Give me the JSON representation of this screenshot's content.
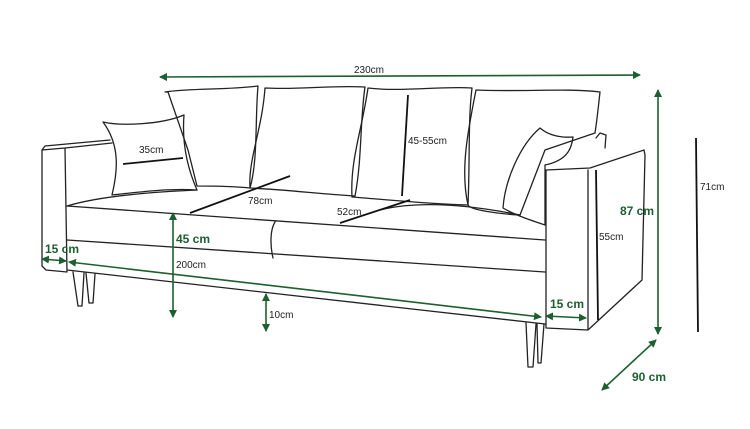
{
  "title": "Sofa dimensions",
  "colors": {
    "dimension": "#1d5f2e",
    "outline": "#222222"
  },
  "dimensions": {
    "total_width": "230cm",
    "total_height": "87 cm",
    "back_height": "71cm",
    "depth": "90 cm",
    "arm_height": "55cm",
    "back_cushion_height": "45-55cm",
    "pillow_width": "35cm",
    "seat_cushion_width": "78cm",
    "seat_depth": "52cm",
    "seat_height": "45 cm",
    "leg_height": "10cm",
    "seat_width": "200cm",
    "arm_width_left": "15 cm",
    "arm_width_right": "15 cm"
  }
}
